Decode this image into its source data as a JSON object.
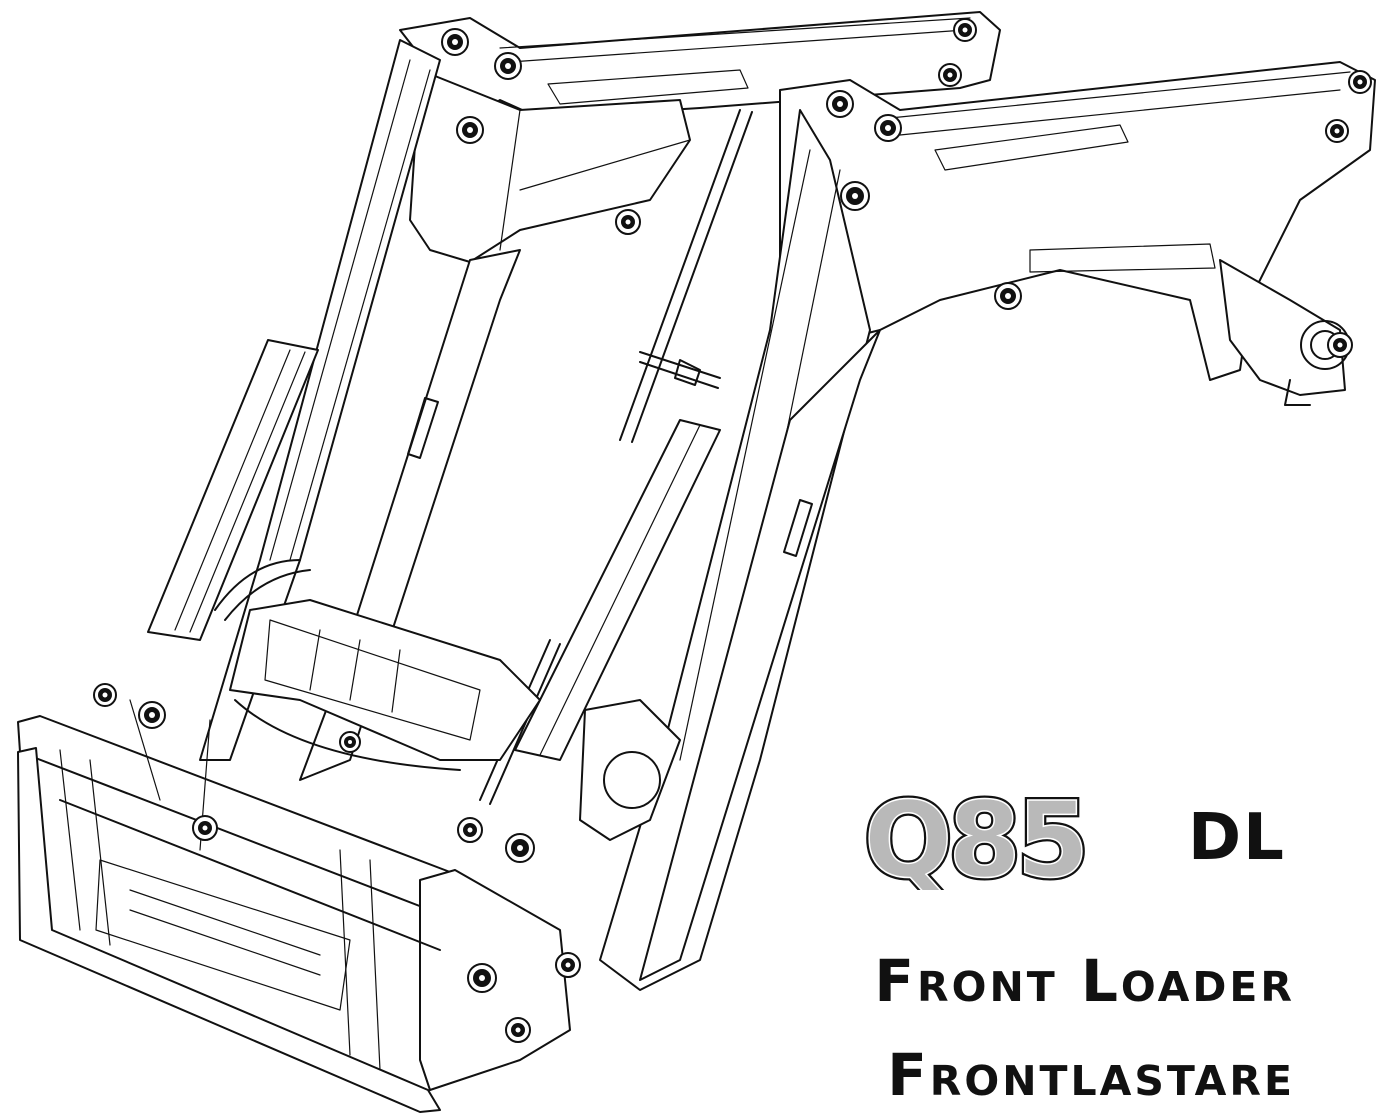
{
  "model": {
    "name": "Q85",
    "suffix": "DL"
  },
  "titles": {
    "english": "Front Loader",
    "swedish": "Frontlastare"
  },
  "illustration": {
    "subject": "front-loader-line-drawing",
    "colors": {
      "line": "#111111",
      "background": "#ffffff",
      "logo_fill": "#b9b9b9"
    }
  }
}
